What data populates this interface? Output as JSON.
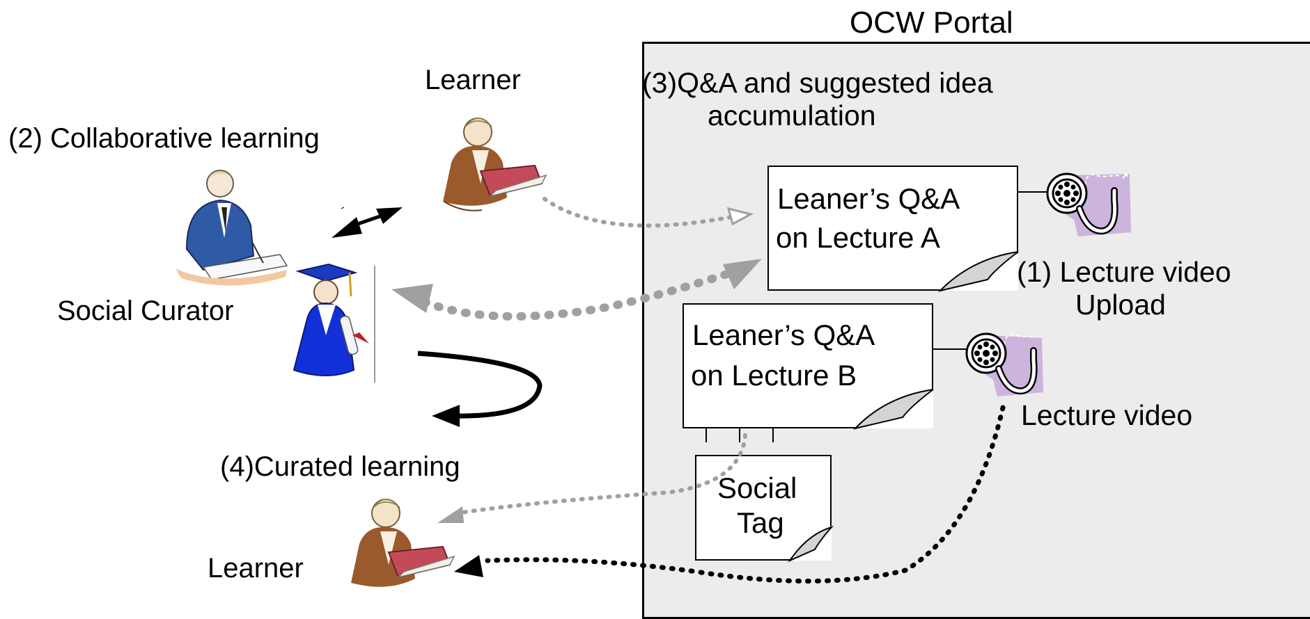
{
  "portal": {
    "title": "OCW Portal"
  },
  "labels": {
    "learner_top": "Learner",
    "collab": "(2) Collaborative learning",
    "social_curator": "Social Curator",
    "qa_accum_line1": "(3)Q&A and suggested idea",
    "qa_accum_line2": "accumulation",
    "curated": "(4)Curated learning",
    "learner_bottom": "Learner"
  },
  "notes": {
    "a_line1": "Leaner’s Q&A",
    "a_line2": "on Lecture A",
    "b_line1": "Leaner’s Q&A",
    "b_line2": "on Lecture B",
    "tag_line1": "Social",
    "tag_line2": "Tag"
  },
  "videos": {
    "upload_line1": "(1)  Lecture video",
    "upload_line2": "Upload",
    "lecture_video": "Lecture video"
  },
  "icons": [
    "learner-icon",
    "curator-icon",
    "graduate-icon",
    "film-reel-icon"
  ],
  "colors": {
    "portal_bg": "#ececec",
    "dotted_gray": "#a0a0a0",
    "reel_purple": "#cdb4dc"
  }
}
